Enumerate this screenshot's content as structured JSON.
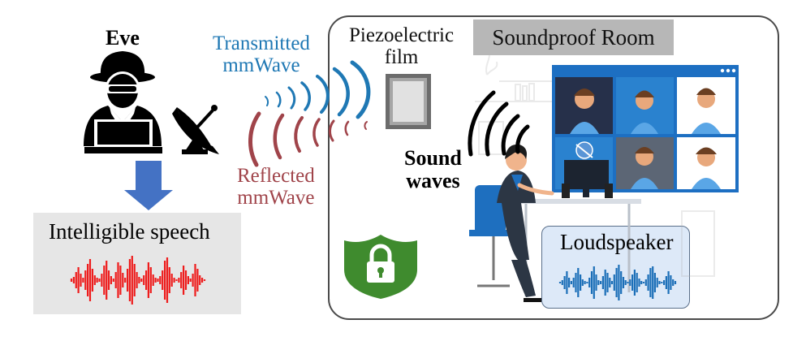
{
  "labels": {
    "eve": "Eve",
    "transmitted_line1": "Transmitted",
    "transmitted_line2": "mmWave",
    "reflected_line1": "Reflected",
    "reflected_line2": "mmWave",
    "piezo_line1": "Piezoelectric",
    "piezo_line2": "film",
    "room": "Soundproof Room",
    "sound_line1": "Sound",
    "sound_line2": "waves",
    "speech": "Intelligible speech",
    "loudspeaker": "Loudspeaker"
  },
  "colors": {
    "transmitted": "#1f78b4",
    "reflected": "#a0444a",
    "speech_waveform": "#ee1c1c",
    "loudspeaker_waveform": "#1c6fb8",
    "arrow": "#4472c4",
    "lock_shield": "#3f8b2e"
  },
  "icons": [
    "spy-icon",
    "dish-antenna-icon",
    "down-arrow-icon",
    "lock-shield-icon",
    "piezo-film-icon",
    "woman-at-desk-icon",
    "video-call-screen-icon"
  ]
}
